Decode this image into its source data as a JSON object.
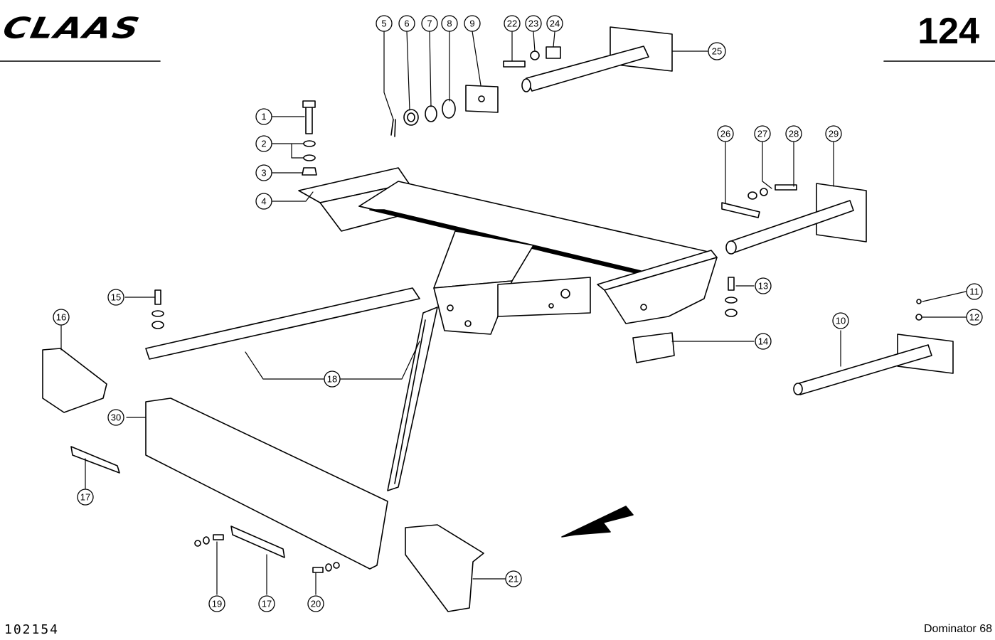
{
  "header": {
    "brand": "CLAAS",
    "page_number": "124"
  },
  "footer": {
    "drawing_number": "102154",
    "model": "Dominator 68"
  },
  "callouts": [
    "1",
    "2",
    "3",
    "4",
    "5",
    "6",
    "7",
    "8",
    "9",
    "10",
    "11",
    "12",
    "13",
    "14",
    "15",
    "16",
    "17",
    "17",
    "18",
    "19",
    "20",
    "21",
    "22",
    "23",
    "24",
    "25",
    "26",
    "27",
    "28",
    "29",
    "30"
  ]
}
